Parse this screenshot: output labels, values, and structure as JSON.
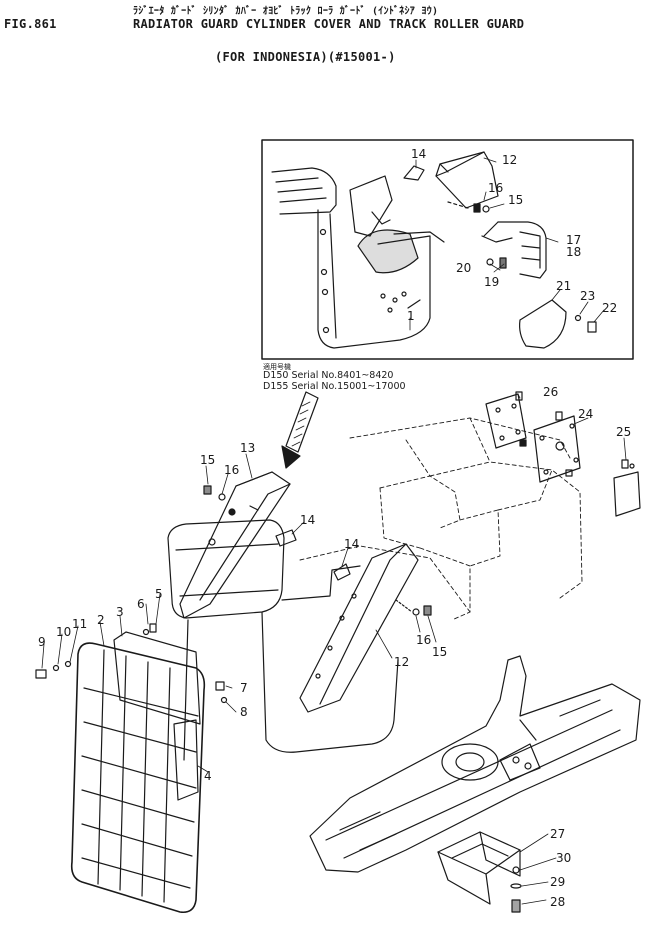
{
  "header": {
    "fig_label": "FIG.861",
    "japanese_title": "ﾗｼﾞｴｰﾀ ｶﾞｰﾄﾞ ｼﾘﾝﾀﾞ ｶﾊﾞｰ ｵﾖﾋﾞ ﾄﾗｯｸ ﾛｰﾗ ｶﾞｰﾄﾞ (ｲﾝﾄﾞﾈｼｱ ﾖｳ)",
    "title_line1": "RADIATOR GUARD CYLINDER COVER AND TRACK ROLLER GUARD",
    "title_line2": "(FOR INDONESIA)(#15001-)"
  },
  "applicability": {
    "label": "適用号機",
    "d150": "D150 Serial No.8401~8420",
    "d155": "D155 Serial No.15001~17000"
  },
  "callouts": {
    "inset_frame": "1",
    "inset_12": "12",
    "inset_14": "14",
    "inset_15": "15",
    "inset_16": "16",
    "inset_17": "17",
    "inset_18": "18",
    "inset_19": "19",
    "inset_20": "20",
    "inset_21": "21",
    "inset_22": "22",
    "inset_23": "23",
    "p2": "2",
    "p3": "3",
    "p4": "4",
    "p5": "5",
    "p6": "6",
    "p7": "7",
    "p8": "8",
    "p9": "9",
    "p10": "10",
    "p11": "11",
    "p12": "12",
    "p13": "13",
    "p14a": "14",
    "p14b": "14",
    "p15a": "15",
    "p15b": "15",
    "p16a": "16",
    "p16b": "16",
    "p24": "24",
    "p25": "25",
    "p26": "26",
    "p27": "27",
    "p28": "28",
    "p29": "29",
    "p30": "30"
  },
  "colors": {
    "ink": "#1a1a1a",
    "paper": "#ffffff"
  }
}
